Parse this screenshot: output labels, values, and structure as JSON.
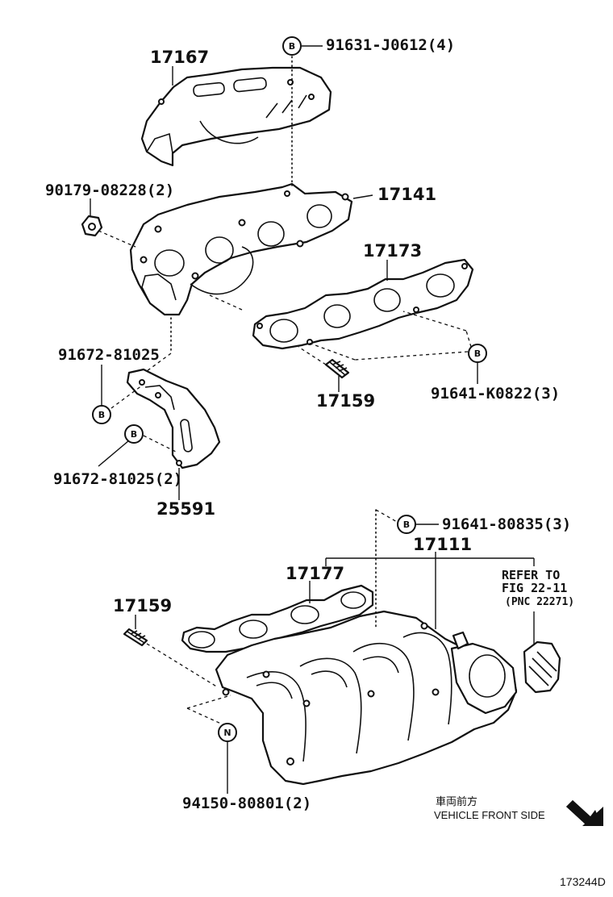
{
  "labels": {
    "p17167": "17167",
    "p91631": "91631-J0612(4)",
    "p90179": "90179-08228(2)",
    "p17141": "17141",
    "p17173": "17173",
    "p91672a": "91672-81025",
    "p17159a": "17159",
    "p91641a": "91641-K0822(3)",
    "p91672b": "91672-81025(2)",
    "p25591": "25591",
    "p91641b": "91641-80835(3)",
    "p17111": "17111",
    "p17177": "17177",
    "p17159b": "17159",
    "p94150": "94150-80801(2)",
    "refer_line1": "REFER TO",
    "refer_line2": "FIG 22-11",
    "refer_line3": "(PNC 22271)",
    "front_jp": "車両前方",
    "front_en": "VEHICLE FRONT SIDE",
    "figure_id": "173244D"
  },
  "badges": {
    "b": "B",
    "n": "N"
  },
  "icons": {
    "direction_arrow": "arrow-down-right-icon"
  }
}
